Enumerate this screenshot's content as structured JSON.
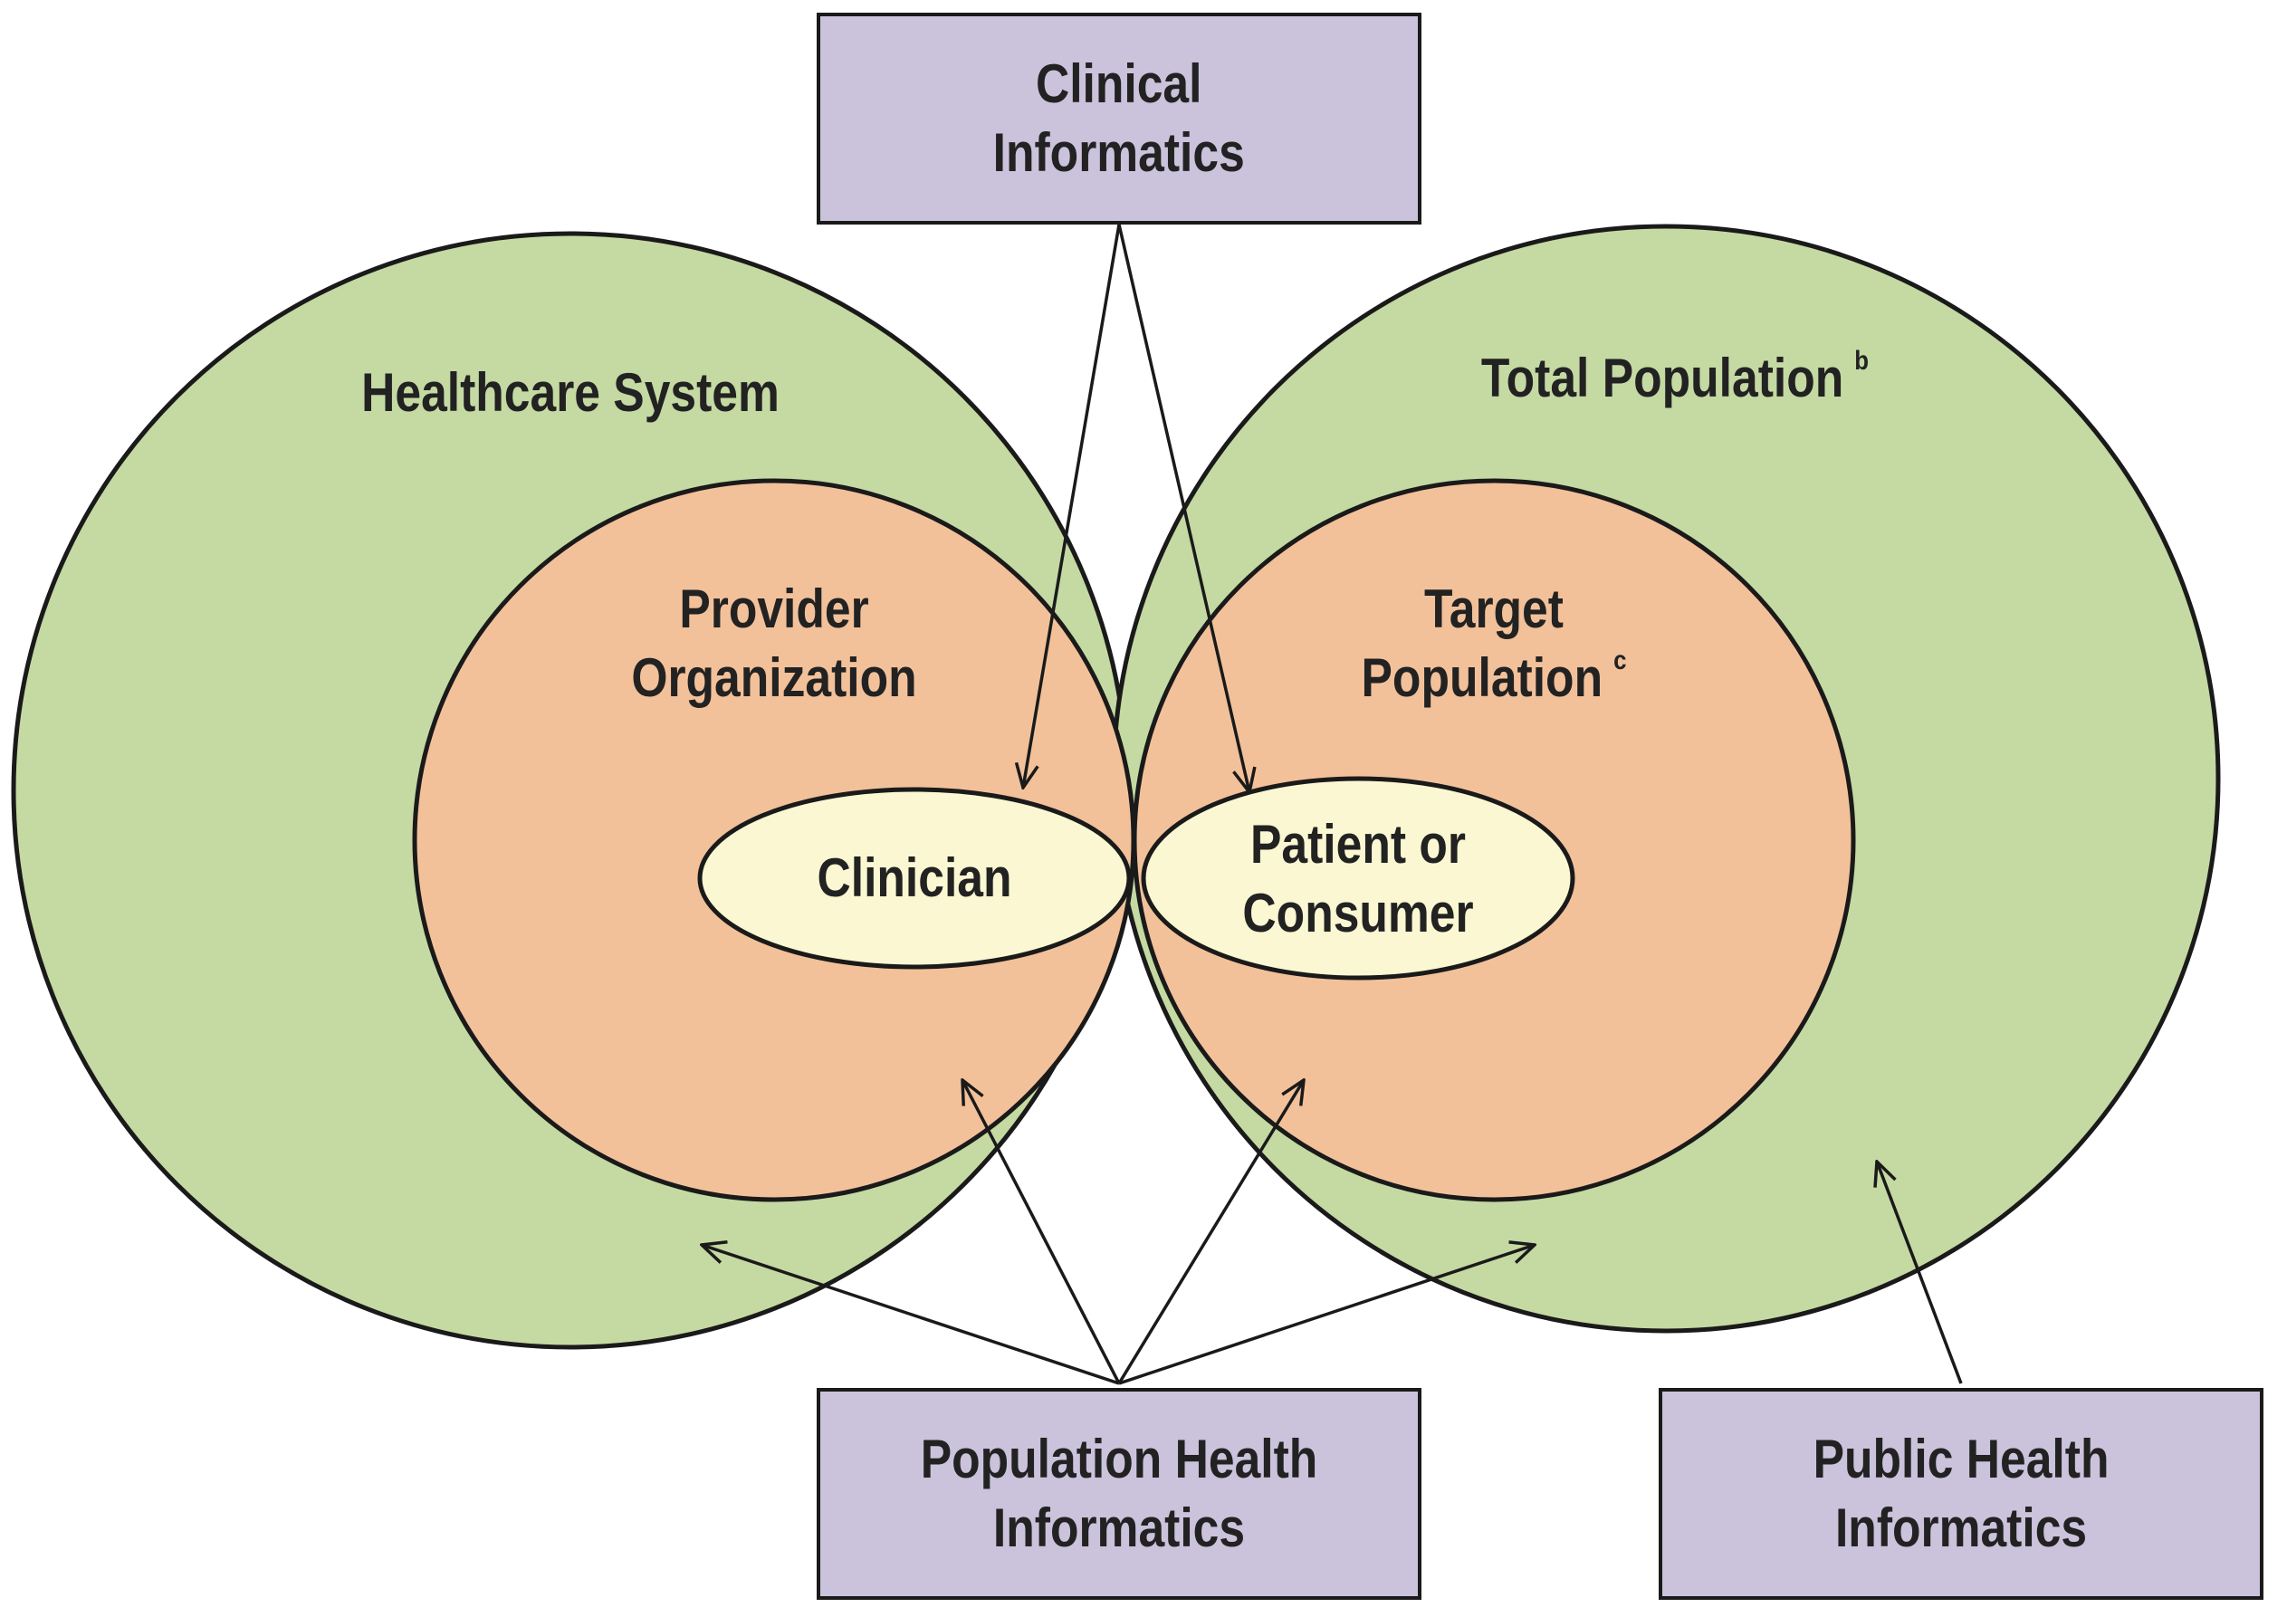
{
  "colors": {
    "outer_circle": "#c5d9a3",
    "inner_circle": "#f2c19a",
    "ellipse": "#faf7d2",
    "box": "#cbc2dc",
    "stroke": "#1a1a1a"
  },
  "outer_left": {
    "label": "Healthcare System"
  },
  "outer_right": {
    "label": "Total Population",
    "sup": "b"
  },
  "inner_left": {
    "line1": "Provider",
    "line2": "Organization"
  },
  "inner_right": {
    "line1": "Target",
    "line2": "Population",
    "sup": "c"
  },
  "ellipse_left": {
    "label": "Clinician"
  },
  "ellipse_right": {
    "line1": "Patient or",
    "line2": "Consumer"
  },
  "boxes": {
    "clinical": {
      "line1": "Clinical",
      "line2": "Informatics"
    },
    "population_health": {
      "line1": "Population Health",
      "line2": "Informatics"
    },
    "public_health": {
      "line1": "Public Health",
      "line2": "Informatics"
    }
  }
}
